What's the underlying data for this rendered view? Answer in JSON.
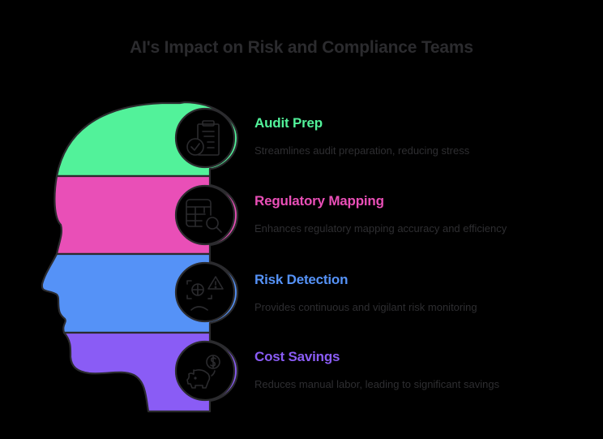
{
  "title": "AI's Impact on Risk and Compliance Teams",
  "items": [
    {
      "label": "Audit Prep",
      "description": "Streamlines audit preparation, reducing stress",
      "color": "#52f29a",
      "icon": "clipboard-check-icon"
    },
    {
      "label": "Regulatory Mapping",
      "description": "Enhances regulatory mapping accuracy and efficiency",
      "color": "#e94fb7",
      "icon": "table-search-icon"
    },
    {
      "label": "Risk Detection",
      "description": "Provides continuous and vigilant risk monitoring",
      "color": "#5592f7",
      "icon": "risk-scan-warning-icon"
    },
    {
      "label": "Cost Savings",
      "description": "Reduces manual labor, leading to significant savings",
      "color": "#8a5cf5",
      "icon": "piggy-bank-dollar-icon"
    }
  ],
  "colors": {
    "outline": "#2b2b2e",
    "background": "#000000",
    "title": "#2b2b2e",
    "description": "#2e2e31"
  }
}
